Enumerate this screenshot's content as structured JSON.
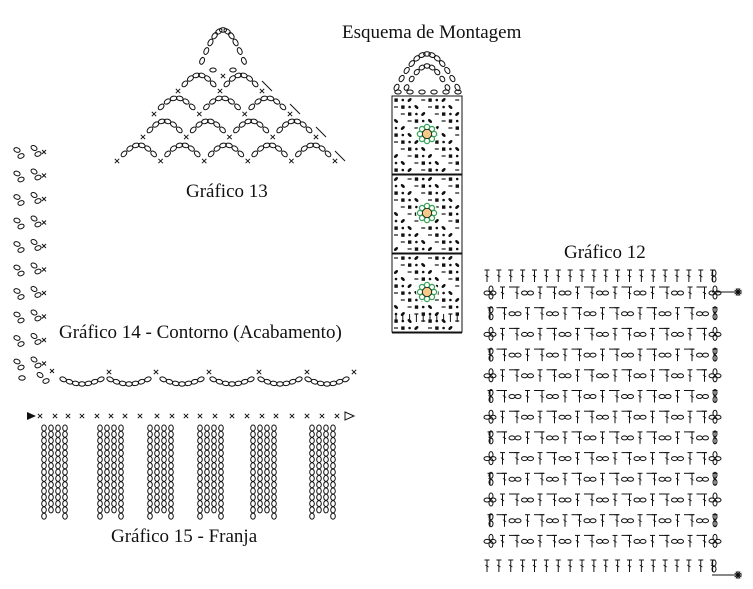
{
  "labels": {
    "esquema": "Esquema de Montagem",
    "grafico13": "Gráfico 13",
    "grafico12": "Gráfico 12",
    "grafico14": "Gráfico 14 - Contorno (Acabamento)",
    "grafico15": "Gráfico 15 - Franja"
  },
  "colors": {
    "ink": "#111111",
    "flower_center": "#f4c98a",
    "flower_ring": "#3aa35a"
  },
  "icons": {
    "chain": "chain-stitch-icon",
    "single": "single-crochet-icon",
    "double": "double-crochet-icon",
    "start": "start-arrow-icon",
    "finish": "finish-arrow-icon",
    "star": "fasten-star-icon"
  }
}
